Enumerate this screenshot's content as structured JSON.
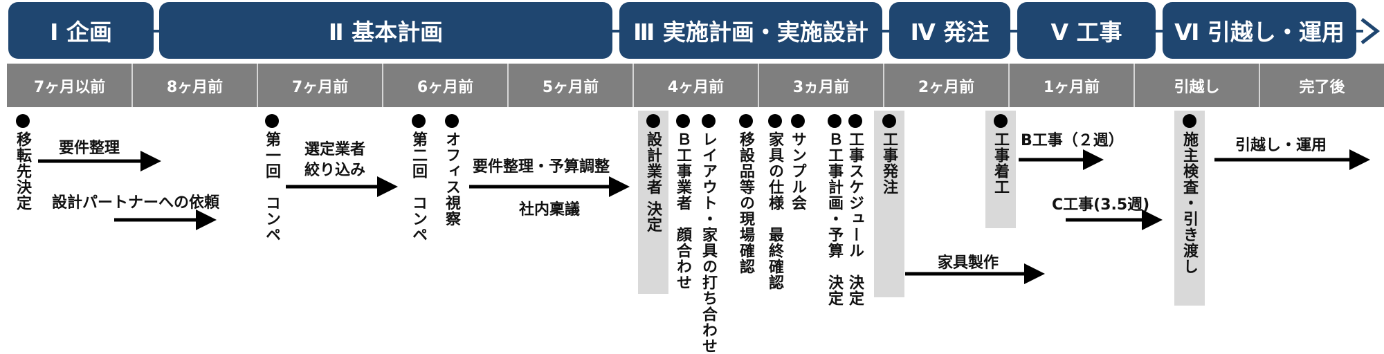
{
  "phases": [
    {
      "label": "Ⅰ 企画"
    },
    {
      "label": "Ⅱ 基本計画"
    },
    {
      "label": "Ⅲ 実施計画・実施設計"
    },
    {
      "label": "Ⅳ 発注"
    },
    {
      "label": "Ⅴ 工事"
    },
    {
      "label": "Ⅵ 引越し・運用"
    }
  ],
  "months": [
    "7ヶ月以前",
    "8ヶ月前",
    "7ヶ月前",
    "6ヶ月前",
    "5ヶ月前",
    "4ヶ月前",
    "3ヵ月前",
    "2ヶ月前",
    "1ヶ月前",
    "引越し",
    "完了後"
  ],
  "items": {
    "relocation_decided": "移転先決定",
    "competition_1": "第一回　コンペ",
    "competition_2": "第二回　コンペ",
    "office_visit": "オフィス視察",
    "designer_decided": "設計業者 決定",
    "b_contractor": "Ｂ工事業者　顔合わせ",
    "layout_meeting": "レイアウト・家具の打ち合わせ",
    "site_check": "移設品等の現場確認",
    "furniture_spec": "家具の仕様　最終確認",
    "sample_meeting": "サンプル会",
    "schedule_decided": "工事スケジュール　決定",
    "b_plan_budget": "Ｂ工事計画・予算　決定",
    "order": "工事発注",
    "start": "工事着工",
    "inspection": "施主検査・引き渡し"
  },
  "arrow_labels": {
    "requirements": "要件整理",
    "design_partner": "設計パートナーへの依頼",
    "shortlist_1": "選定業者",
    "shortlist_2": "絞り込み",
    "req_budget": "要件整理・予算調整",
    "internal_approval": "社内稟議",
    "furniture_production": "家具製作",
    "b_work": "B工事（２週）",
    "c_work": "C工事(3.5週)",
    "move_operation": "引越し・運用"
  },
  "colors": {
    "phase": "#1f4670",
    "month_bar": "#7f7f7f",
    "band": "#d9d9d9"
  }
}
